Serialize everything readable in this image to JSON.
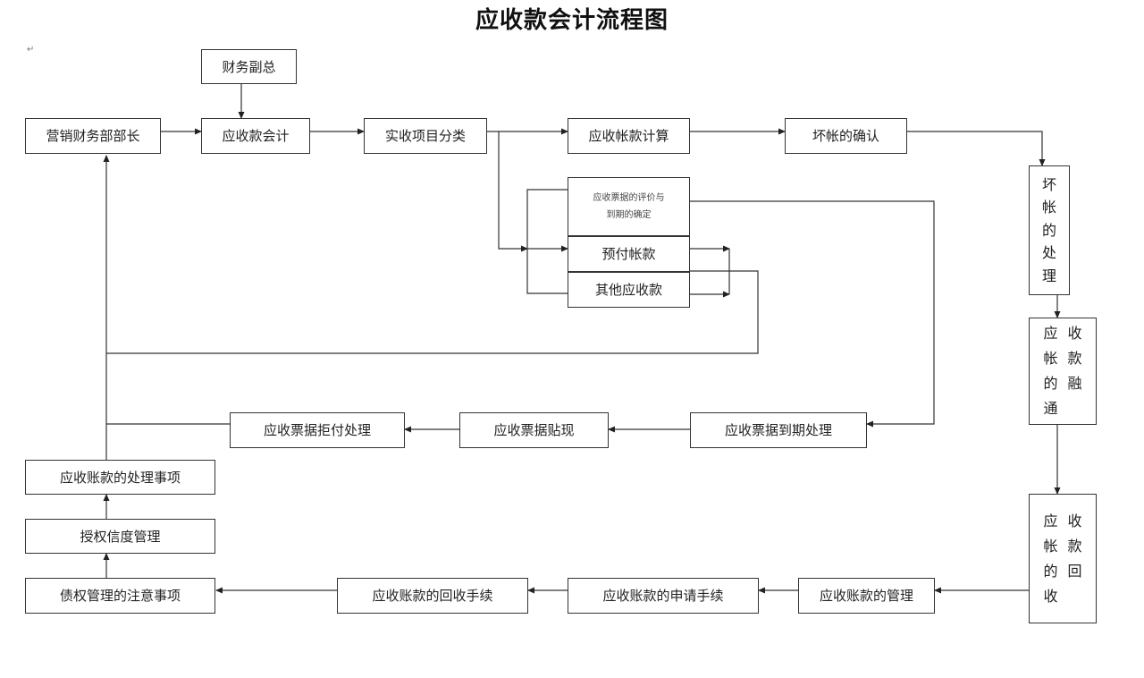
{
  "title": "应收款会计流程图",
  "boxes": {
    "finance_vp": "财务副总",
    "sales_finance_head": "营销财务部部长",
    "ar_accountant": "应收款会计",
    "item_classification": "实收项目分类",
    "ar_calculation": "应收帐款计算",
    "bad_debt_confirmation": "坏帐的确认",
    "notes_receivable_line1": "应收票据的评价与",
    "notes_receivable_line2": "到期的确定",
    "prepayments": "预付帐款",
    "other_receivables": "其他应收款",
    "bad_debt_handling": [
      "坏",
      "帐",
      "的",
      "处",
      "理"
    ],
    "ar_financing": [
      "应",
      "收",
      "帐",
      "款",
      "的",
      "融",
      "通",
      ""
    ],
    "ar_collection": [
      "应",
      "收",
      "帐",
      "款",
      "的",
      "回",
      "收",
      ""
    ],
    "notes_maturity": "应收票据到期处理",
    "notes_discount": "应收票据贴现",
    "notes_dishonor": "应收票据拒付处理",
    "ar_matters": "应收账款的处理事项",
    "credit_management": "授权信度管理",
    "claims_notes": "债权管理的注意事项",
    "collection_procedure": "应收账款的回收手续",
    "application_procedure": "应收账款的申请手续",
    "ar_management": "应收账款的管理"
  }
}
